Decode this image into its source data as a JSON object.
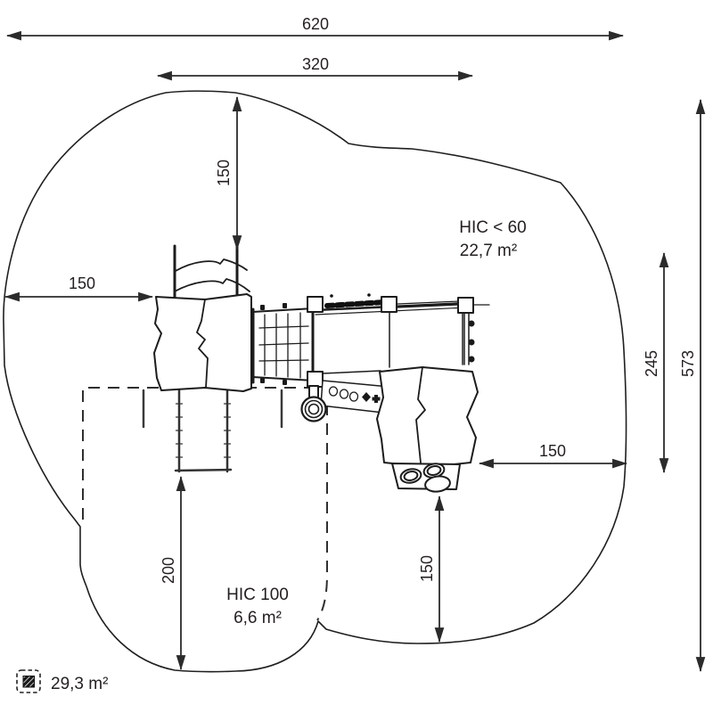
{
  "diagram": {
    "title": "playground-safety-zone-plan",
    "dims": {
      "d620": "620",
      "d320": "320",
      "d150_top": "150",
      "d150_left": "150",
      "d245": "245",
      "d573": "573",
      "d150_right": "150",
      "d150_bottom": "150",
      "d200": "200"
    },
    "zones": {
      "hic60": {
        "label": "HIC < 60",
        "area": "22,7 m²"
      },
      "hic100": {
        "label": "HIC 100",
        "area": "6,6 m²"
      }
    },
    "legend": {
      "total_area": "29,3 m²"
    },
    "colors": {
      "line": "#231f20",
      "background": "#ffffff"
    }
  }
}
